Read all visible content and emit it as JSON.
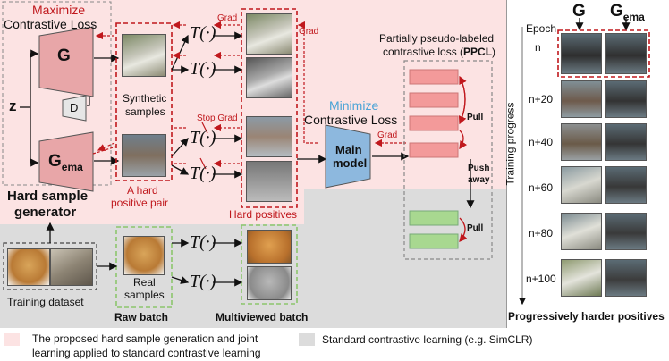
{
  "title_max": "Maximize",
  "title_max2": "Contrastive Loss",
  "gen_g": "G",
  "gen_gema": "G",
  "gen_gema_sub": "ema",
  "disc_d": "D",
  "z_label": "z",
  "hard_sample_gen": "Hard sample",
  "hard_sample_gen2": "generator",
  "synthetic_samples": "Synthetic",
  "synthetic_samples2": "samples",
  "hard_pair": "A hard",
  "hard_pair2": "positive pair",
  "real_samples": "Real",
  "real_samples2": "samples",
  "training_dataset": "Training dataset",
  "raw_batch": "Raw batch",
  "multiview_batch": "Multiviewed batch",
  "hard_positives": "Hard positives",
  "transform": "T(·)",
  "grad1": "Grad",
  "grad2": "Grad",
  "grad3": "Grad",
  "stop_grad": "Stop Grad",
  "minimize": "Minimize",
  "minimize2": "Contrastive Loss",
  "main_model": "Main",
  "main_model2": "model",
  "ppcl_title": "Partially pseudo-labeled",
  "ppcl_title2": "contrastive loss (",
  "ppcl_abbr": "PPCL",
  "ppcl_close": ")",
  "pull1": "Pull",
  "push_away": "Push",
  "push_away2": "away",
  "pull2": "Pull",
  "right_g": "G",
  "right_gema": "G",
  "right_gema_sub": "ema",
  "epoch": "Epoch",
  "epochs": [
    "n",
    "n+20",
    "n+40",
    "n+60",
    "n+80",
    "n+100"
  ],
  "training_progress": "Training progress",
  "prog_harder": "Progressively harder positives",
  "legend_pink": "The proposed hard sample generation and joint",
  "legend_pink2": "learning applied to standard contrastive learning",
  "legend_gray": "Standard contrastive learning (e.g. SimCLR)",
  "colors": {
    "red": "#c0181d",
    "pink_bg": "#fce3e3",
    "gray_bg": "#dcdcdc",
    "blue": "#4aa3d6",
    "green": "#8cc56d"
  }
}
